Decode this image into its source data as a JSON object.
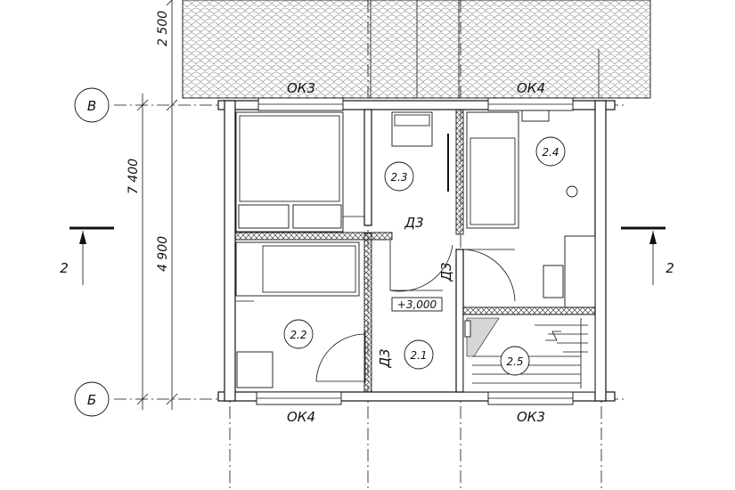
{
  "axes": {
    "top": "В",
    "bottom": "Б"
  },
  "dimensions": {
    "top_segment": "2 500",
    "overall": "7 400",
    "lower_segment": "4 900"
  },
  "section_marks": {
    "left": "2",
    "right": "2"
  },
  "windows": {
    "top_left": "ОК3",
    "top_right": "ОК4",
    "bottom_left": "ОК4",
    "bottom_right": "ОК3"
  },
  "doors": {
    "upper_hall": "Д3",
    "right_partition": "Д3",
    "lower_hall": "Д3"
  },
  "elevation": "+3,000",
  "rooms": {
    "r21": "2.1",
    "r22": "2.2",
    "r23": "2.3",
    "r24": "2.4",
    "r25": "2.5"
  }
}
